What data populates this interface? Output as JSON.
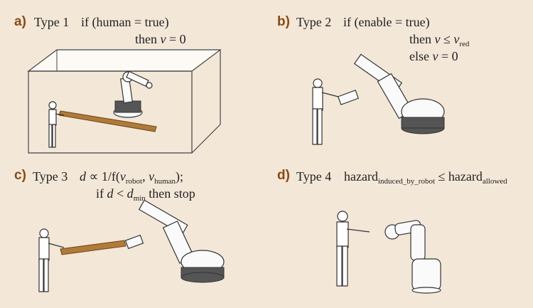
{
  "panels": {
    "a": {
      "label": "a)",
      "type": "Type 1",
      "line1": "if (human = true)",
      "line2": "then"
    },
    "b": {
      "label": "b)",
      "type": "Type 2",
      "line1": "if (enable = true)",
      "line2": "then",
      "line3": "else"
    },
    "c": {
      "label": "c)",
      "type": "Type 3",
      "line2_prefix": "if",
      "line2_suffix": "then stop"
    },
    "d": {
      "label": "d)",
      "type": "Type 4"
    }
  }
}
